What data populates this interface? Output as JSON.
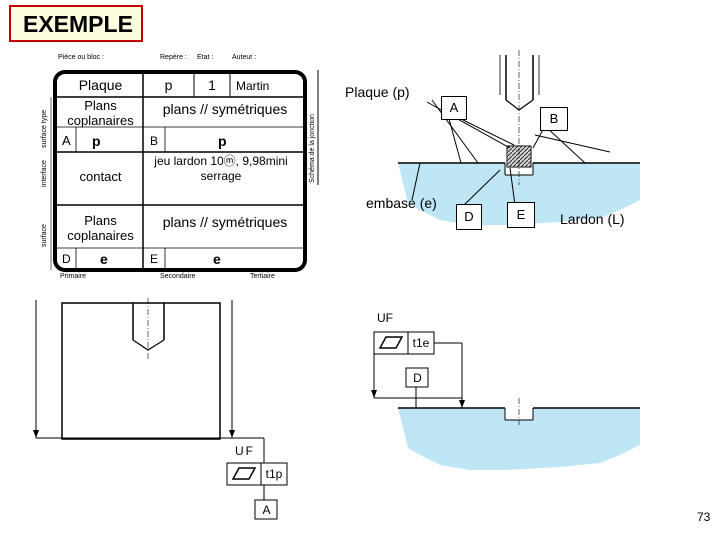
{
  "slide": {
    "title": "EXEMPLE",
    "page_number": "73"
  },
  "table": {
    "header_piece": "Pièce ou bloc :",
    "header_repere": "Repère :",
    "header_etat": "Etat :",
    "header_auteur": "Auteur :",
    "piece": "Plaque",
    "repere": "p",
    "etat": "1",
    "auteur": "Martin",
    "row1_surface": "Plans coplanaires",
    "row1_ref_letter": "A",
    "row1_ref_piece": "p",
    "row1_type": "plans // symétriques",
    "row1_target_letter": "B",
    "row1_target_piece": "p",
    "row2_surface": "contact",
    "row2_interface": "jeu lardon 10ⓜ, 9,98mini serrage",
    "row3_surface": "Plans coplanaires",
    "row3_ref_letter": "D",
    "row3_ref_piece": "e",
    "row3_type": "plans // symétriques",
    "row3_target_letter": "E",
    "row3_target_piece": "e",
    "footer_primaire": "Primaire",
    "footer_secondaire": "Secondaire",
    "footer_tertiaire": "Tertiaire",
    "side_label_surface_type": "surface type",
    "side_label_interface": "interface",
    "side_label_surface": "surface",
    "right_vertical_label": "Schéma de la jonction"
  },
  "assembly": {
    "plaque_label": "Plaque (p)",
    "embase_label": "embase (e)",
    "lardon_label": "Lardon (L)",
    "face_a": "A",
    "face_b": "B",
    "face_d": "D",
    "face_e": "E"
  },
  "embase_tolerance": {
    "uf_label": "UF",
    "value": "t1e",
    "datum": "D"
  },
  "plaque_tolerance": {
    "uf_label": "UF",
    "value": "t1p",
    "datum": "A"
  },
  "colors": {
    "accent_red": "#c00000",
    "title_fill": "#fffde0",
    "embase_fill": "#bfe6f5",
    "lardon_fill": "#444444"
  }
}
